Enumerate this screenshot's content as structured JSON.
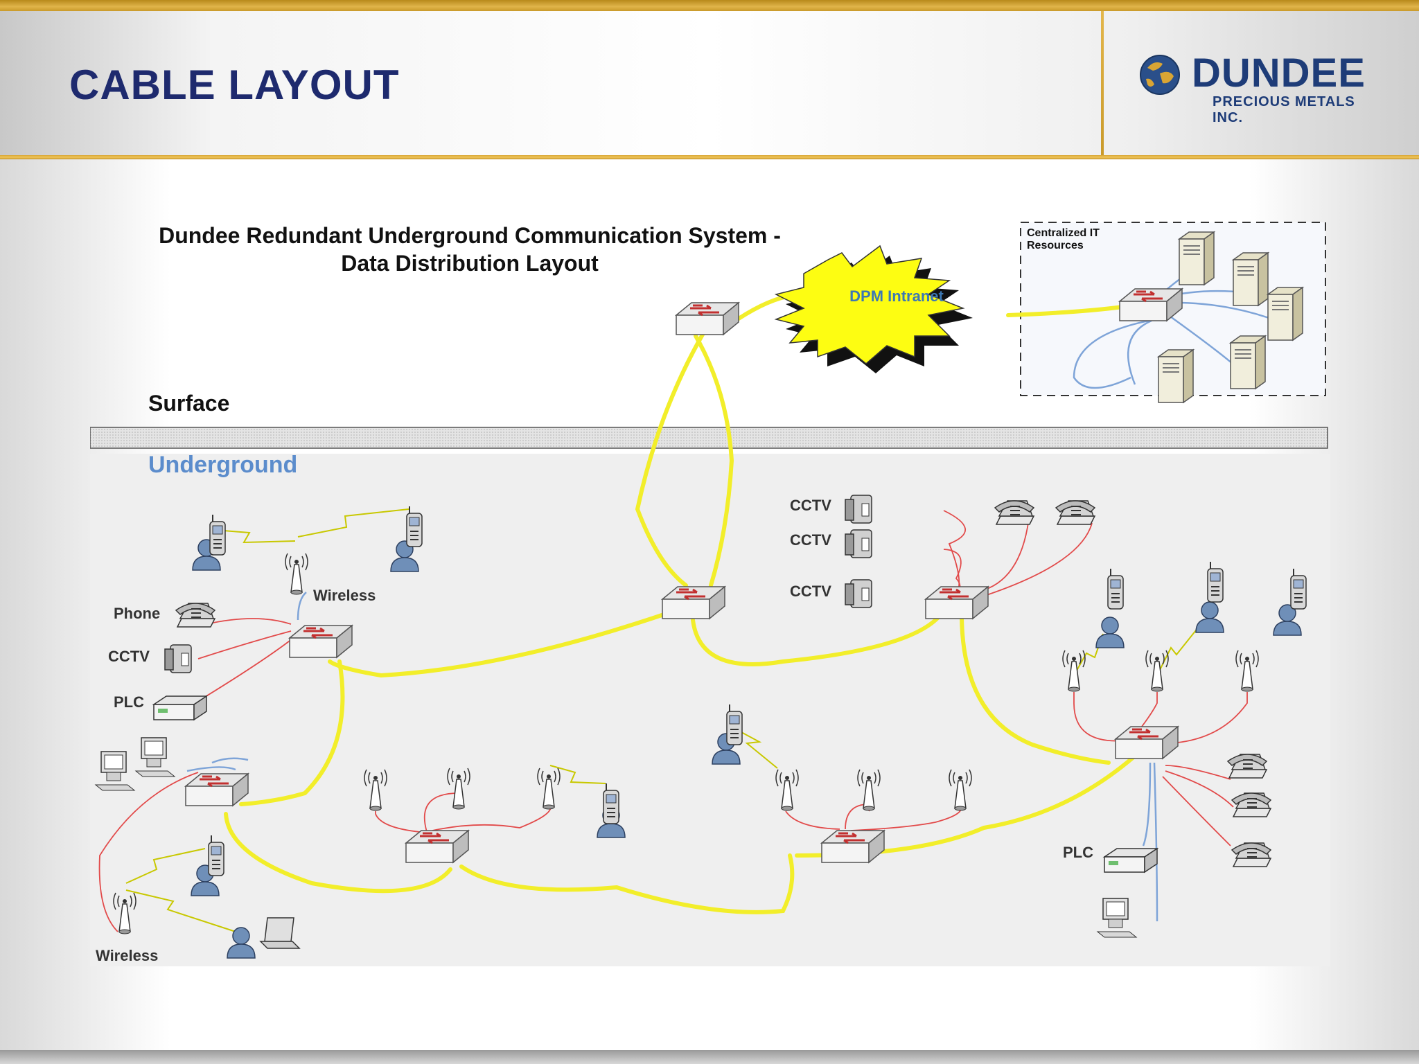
{
  "slide": {
    "title": "CABLE LAYOUT"
  },
  "logo": {
    "name": "DUNDEE",
    "subtitle": "PRECIOUS METALS INC."
  },
  "diagram": {
    "title_line1": "Dundee Redundant Underground Communication System -",
    "title_line2": "Data Distribution Layout",
    "cloud_label": "DPM Intranet",
    "it_box_label_line1": "Centralized IT",
    "it_box_label_line2": "Resources",
    "surface_label": "Surface",
    "underground_label": "Underground",
    "device_labels": {
      "wireless_top": "Wireless",
      "phone": "Phone",
      "cctv_left": "CCTV",
      "plc_left": "PLC",
      "wireless_bottom": "Wireless",
      "cctv_1": "CCTV",
      "cctv_2": "CCTV",
      "cctv_3": "CCTV",
      "plc_right": "PLC"
    },
    "colors": {
      "fiber": "#f2ee2a",
      "copper": "#e24a4a",
      "ethernet": "#7ea4d8",
      "title": "#1e2a6e",
      "underground_text": "#5b8ccc",
      "cloud": "#fdfd12"
    }
  }
}
